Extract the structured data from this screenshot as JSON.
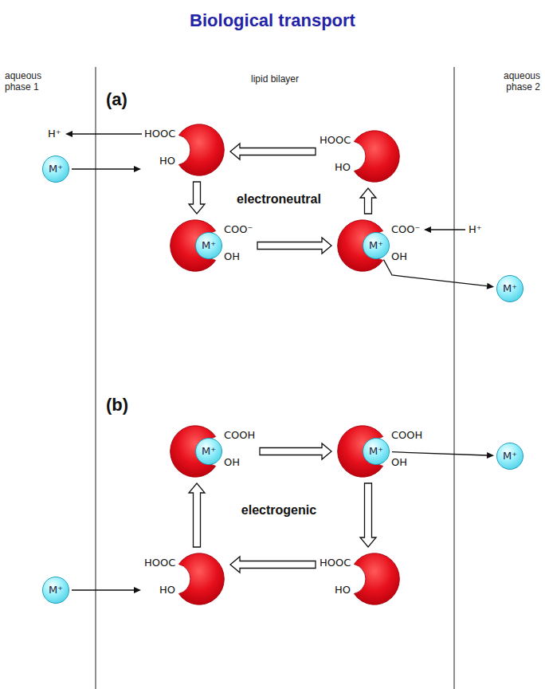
{
  "diagram": {
    "title": "Biological transport",
    "nodes": [
      {
        "text": [
          "HOOC",
          "HO"
        ]
      },
      {
        "text": [
          "HOOC",
          "HO"
        ]
      },
      {
        "text": [
          "M⁺"
        ]
      },
      {
        "text": [
          "COO⁻",
          "OH"
        ]
      },
      {
        "text": [
          "M⁺"
        ],
        "in": 3
      },
      {
        "text": [
          "COO⁻",
          "OH"
        ]
      },
      {
        "text": [
          "M⁺"
        ],
        "in": 5
      },
      {
        "text": [
          "M⁺"
        ]
      },
      {
        "text": [
          "COOH",
          "OH"
        ]
      },
      {
        "text": [
          "M⁺"
        ],
        "in": 8
      },
      {
        "text": [
          "COOH",
          "OH"
        ]
      },
      {
        "text": [
          "M⁺"
        ],
        "in": 10
      },
      {
        "text": [
          "M⁺"
        ]
      },
      {
        "text": [
          "HOOC",
          "HO"
        ]
      },
      {
        "text": [
          "HOOC",
          "HO"
        ]
      },
      {
        "text": [
          "M⁺"
        ]
      }
    ],
    "edges": [
      {
        "from": 2,
        "to": 0,
        "arrow": "to"
      },
      {
        "from": 1,
        "to": 0,
        "arrow": "to"
      },
      {
        "from": 0,
        "to": 3,
        "arrow": "to"
      },
      {
        "from": 3,
        "to": 5,
        "arrow": "to"
      },
      {
        "from": 5,
        "to": 1,
        "arrow": "to"
      },
      {
        "from": 6,
        "to": 7,
        "arrow": "to"
      },
      {
        "from": 8,
        "to": 10,
        "arrow": "to"
      },
      {
        "from": 11,
        "to": 12,
        "arrow": "to"
      },
      {
        "from": 10,
        "to": 14,
        "arrow": "to"
      },
      {
        "from": 14,
        "to": 13,
        "arrow": "to"
      },
      {
        "from": 13,
        "to": 8,
        "arrow": "to"
      },
      {
        "from": 15,
        "to": 13,
        "arrow": "to"
      }
    ],
    "labels": [
      "aqueous phase 1",
      "lipid bilayer",
      "aqueous phase 2",
      "(a)",
      "H⁺",
      "electroneutral",
      "H⁺",
      "(b)",
      "electrogenic"
    ]
  }
}
